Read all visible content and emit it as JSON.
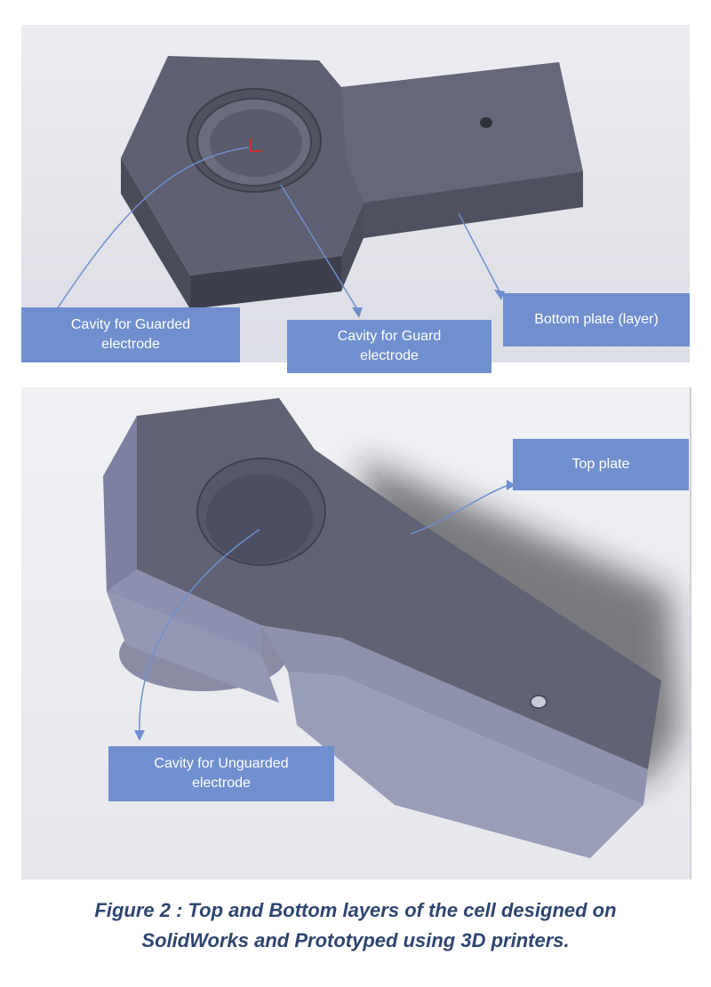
{
  "labels": {
    "guarded_cavity": "Cavity for Guarded\nelectrode",
    "guard_cavity": "Cavity for Guard\nelectrode",
    "bottom_plate": "Bottom plate (layer)",
    "top_plate": "Top plate",
    "unguarded_cavity": "Cavity for Unguarded\nelectrode"
  },
  "caption": {
    "line1": "Figure 2 : Top and Bottom layers of the cell designed on",
    "line2": "SolidWorks and Prototyped using 3D printers."
  },
  "colors": {
    "callout_fill": "#6f8fce",
    "callout_text": "#ffffff",
    "caption_text": "#2f4570",
    "part_top_face": "#5d5e6e",
    "part_side_face": "#474856",
    "arrow": "#6f8fce"
  }
}
